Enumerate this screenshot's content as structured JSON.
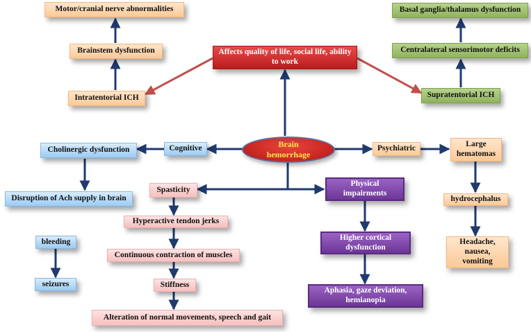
{
  "nodes": {
    "center": "Brain hemorrhage",
    "quality": "Affects quality of life, social life, ability to work",
    "intratentorial": "Intratentorial ICH",
    "brainstem": "Brainstem dysfunction",
    "motor_cranial": "Motor/cranial nerve abnormalities",
    "supratentorial": "Supratentorial ICH",
    "contralateral": "Centralateral sensorimotor deficits",
    "basal_ganglia": "Basal ganglia/thalamus dysfunction",
    "cognitive": "Cognitive",
    "cholinergic": "Cholinergic dysfunction",
    "ach": "Disruption of Ach supply in brain",
    "bleeding": "bleeding",
    "seizures": "seizures",
    "psychiatric": "Psychiatric",
    "large_hematomas": "Large hematomas",
    "hydrocephalus": "hydrocephalus",
    "headache": "Headache, nausea, vomiting",
    "spasticity": "Spasticity",
    "tendon": "Hyperactive tendon jerks",
    "contraction": "Continuous contraction of muscles",
    "stiffness": "Stiffness",
    "alteration": "Alteration of normal movements, speech and gait",
    "physical": "Physical impairments",
    "cortical": "Higher cortical dysfunction",
    "aphasia": "Aphasia, gaze deviation, hemianopia"
  },
  "colors": {
    "arrow_navy": "#1f3a6e",
    "arrow_red": "#c0504d"
  }
}
